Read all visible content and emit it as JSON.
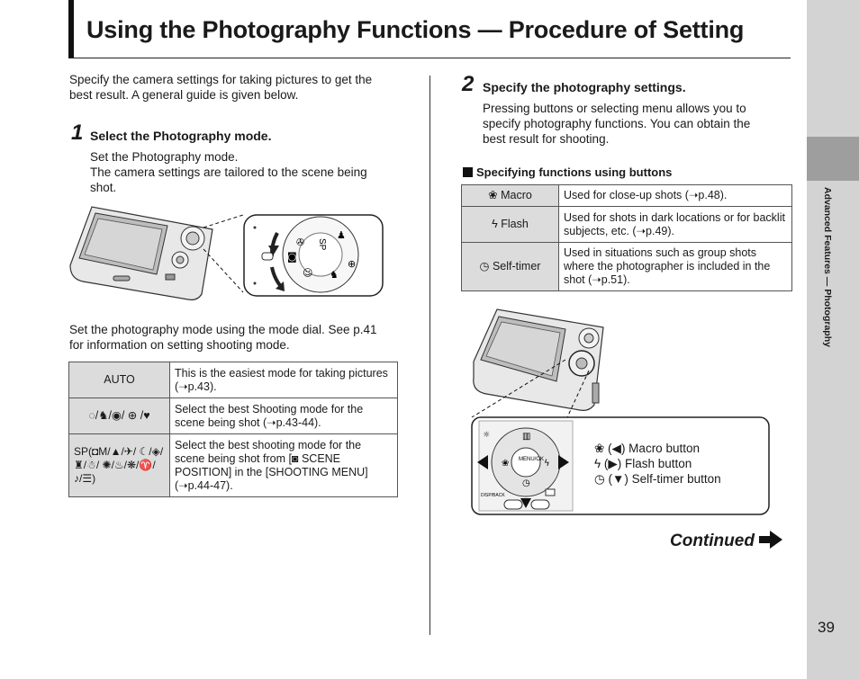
{
  "title": "Using the Photography Functions — Procedure of Setting",
  "side_label": "Advanced Features — Photography",
  "page_number": "39",
  "intro": {
    "line1": "Specify the camera settings for taking pictures to get the",
    "line2": "best result. A general guide is given below."
  },
  "step1": {
    "number": "1",
    "heading": "Select the Photography mode.",
    "line1": "Set the Photography mode.",
    "line2": "The camera settings are tailored to the scene being",
    "line3": "shot."
  },
  "dial_note": {
    "line1": "Set the photography mode using the mode dial. See p.41",
    "line2": "for information on setting shooting mode."
  },
  "mode_table": [
    {
      "key": "AUTO",
      "desc": "This is the easiest mode for taking pictures (➝p.43)."
    },
    {
      "key": "◌/♞/◉/ ⊕ /♥",
      "desc": "Select the best Shooting mode for the scene being shot (➝p.43-44)."
    },
    {
      "key": "SP(◘M/▲/✈/ ☾/◈/♜/☃/ ✺/♨/❋/♈/ ♪/☰)",
      "desc": "Select the best shooting mode for the scene being shot from [◙ SCENE POSITION] in the [SHOOTING MENU] (➝p.44-47)."
    }
  ],
  "step2": {
    "number": "2",
    "heading": "Specify the photography settings.",
    "line1": "Pressing buttons or selecting menu allows you to",
    "line2": "specify photography functions. You can obtain the",
    "line3": "best result for shooting."
  },
  "buttons_section": {
    "heading": "Specifying functions using buttons",
    "rows": [
      {
        "icon": "❀",
        "label": "Macro",
        "desc": "Used for close-up shots (➝p.48)."
      },
      {
        "icon": "ϟ",
        "label": "Flash",
        "desc": "Used for shots in dark locations or for backlit subjects, etc. (➝p.49)."
      },
      {
        "icon": "◷",
        "label": "Self-timer",
        "desc": "Used in situations such as group shots where the photographer is included in the shot (➝p.51)."
      }
    ]
  },
  "button_legend": {
    "macro": "❀ (◀) Macro button",
    "flash": "ϟ (▶) Flash button",
    "timer": "◷ (▼) Self-timer button"
  },
  "dial_labels": {
    "sp": "SP"
  },
  "pad_labels": {
    "menu": "MENU/OK",
    "disp": "DISP/BACK"
  },
  "continued": "Continued"
}
